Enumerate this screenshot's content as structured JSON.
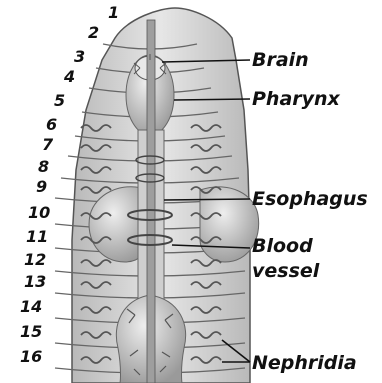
{
  "segment_numbers": [
    "1",
    "2",
    "3",
    "4",
    "5",
    "6",
    "7",
    "8",
    "9",
    "10",
    "11",
    "12",
    "13",
    "14",
    "15",
    "16"
  ],
  "labels": {
    "brain": "Brain",
    "pharynx": "Pharynx",
    "esophagus": "Esophagus",
    "blood_vessel_line1": "Blood",
    "blood_vessel_line2": "vessel",
    "nephridia": "Nephridia"
  },
  "colors": {
    "body_fill": "#d9d9d9",
    "body_stroke": "#555555",
    "organ_fill": "#bdbdbd",
    "vessel_fill": "#9e9e9e",
    "text": "#111111"
  }
}
